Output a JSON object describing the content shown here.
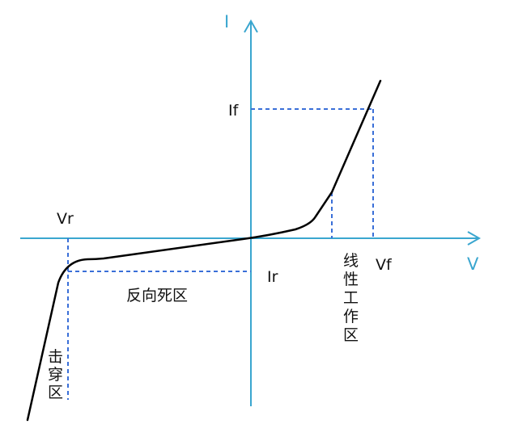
{
  "labels": {
    "y_axis": "I",
    "x_axis": "V",
    "if": "If",
    "vf": "Vf",
    "vr": "Vr",
    "ir": "Ir",
    "reverse_dead_zone": "反向死区",
    "breakdown_zone": [
      "击",
      "穿",
      "区"
    ],
    "linear_zone": [
      "线",
      "性",
      "工",
      "作",
      "区"
    ]
  },
  "colors": {
    "axis": "#3aa6cf",
    "guide": "#3a6fd8",
    "curve": "#000000",
    "text": "#111111"
  }
}
